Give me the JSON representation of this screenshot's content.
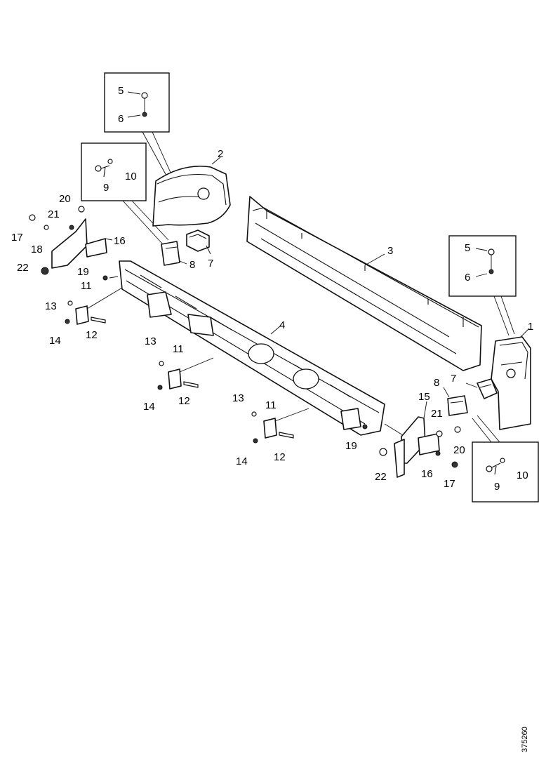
{
  "drawing_number": "375260",
  "labels": {
    "boxA_5": "5",
    "boxA_6": "6",
    "boxB_9": "9",
    "boxB_10": "10",
    "boxC_5": "5",
    "boxC_6": "6",
    "boxD_9": "9",
    "boxD_10": "10",
    "p1": "1",
    "p2": "2",
    "p3": "3",
    "p4": "4",
    "l7a": "7",
    "l8a": "8",
    "l20a": "20",
    "l21a": "21",
    "l17a": "17",
    "l18a": "18",
    "l16a": "16",
    "l22a": "22",
    "l19a": "19",
    "l11a": "11",
    "l13a": "13",
    "l14a": "14",
    "l12a": "12",
    "l13b": "13",
    "l11b": "11",
    "l14b": "14",
    "l12b": "12",
    "l13c": "13",
    "l11c": "11",
    "l14c": "14",
    "l12c": "12",
    "l19b": "19",
    "l8b": "8",
    "l7b": "7",
    "l15": "15",
    "l21b": "21",
    "l20b": "20",
    "l22b": "22",
    "l16b": "16",
    "l17b": "17"
  }
}
